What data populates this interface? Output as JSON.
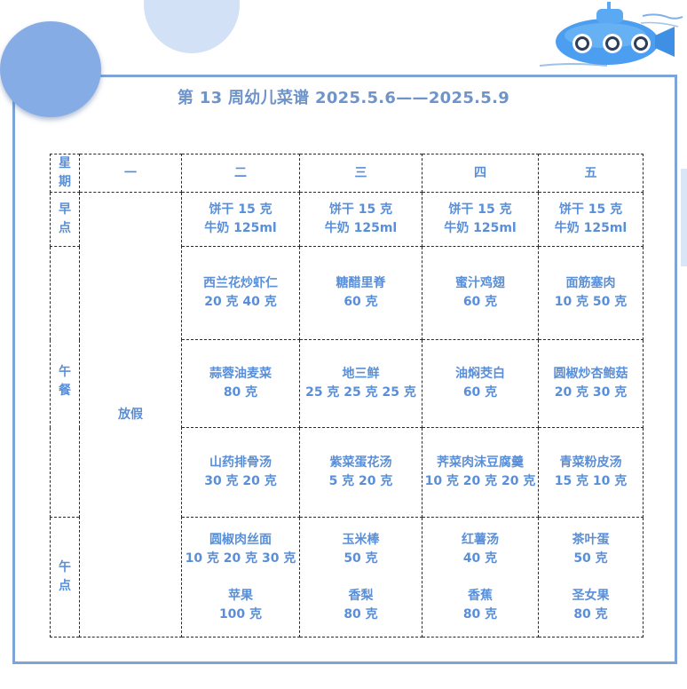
{
  "title": "第 13 周幼儿菜谱 2025.5.6——2025.5.9",
  "header": {
    "corner": [
      "星",
      "期"
    ],
    "days": [
      "一",
      "二",
      "三",
      "四",
      "五"
    ]
  },
  "row_labels": {
    "breakfast": [
      "早",
      "点"
    ],
    "lunch": [
      "午",
      "餐"
    ],
    "snack": [
      "午",
      "点"
    ]
  },
  "holiday": "放假",
  "breakfast": [
    [
      "饼干 15 克",
      "牛奶 125ml"
    ],
    [
      "饼干 15 克",
      "牛奶 125ml"
    ],
    [
      "饼干 15 克",
      "牛奶 125ml"
    ],
    [
      "饼干 15 克",
      "牛奶 125ml"
    ]
  ],
  "lunch_main": [
    [
      "西兰花炒虾仁",
      "20 克 40 克"
    ],
    [
      "糖醋里脊",
      "60 克"
    ],
    [
      "蜜汁鸡翅",
      "60 克"
    ],
    [
      "面筋塞肉",
      "10 克 50 克"
    ]
  ],
  "lunch_veg": [
    [
      "蒜蓉油麦菜",
      "80 克"
    ],
    [
      "地三鲜",
      "25 克 25 克 25 克"
    ],
    [
      "油焖茭白",
      "60 克"
    ],
    [
      "圆椒炒杏鲍菇",
      "20 克 30 克"
    ]
  ],
  "lunch_soup": [
    [
      "山药排骨汤",
      "30 克 20 克"
    ],
    [
      "紫菜蛋花汤",
      "5 克 20 克"
    ],
    [
      "荠菜肉沫豆腐羹",
      "10 克 20 克 20 克"
    ],
    [
      "青菜粉皮汤",
      "15 克 10 克"
    ]
  ],
  "snack": [
    [
      "圆椒肉丝面",
      "10 克 20 克 30 克",
      "苹果",
      "100 克"
    ],
    [
      "玉米棒",
      "50 克",
      "香梨",
      "80 克"
    ],
    [
      "红薯汤",
      "40 克",
      "香蕉",
      "80 克"
    ],
    [
      "茶叶蛋",
      "50 克",
      "圣女果",
      "80 克"
    ]
  ]
}
